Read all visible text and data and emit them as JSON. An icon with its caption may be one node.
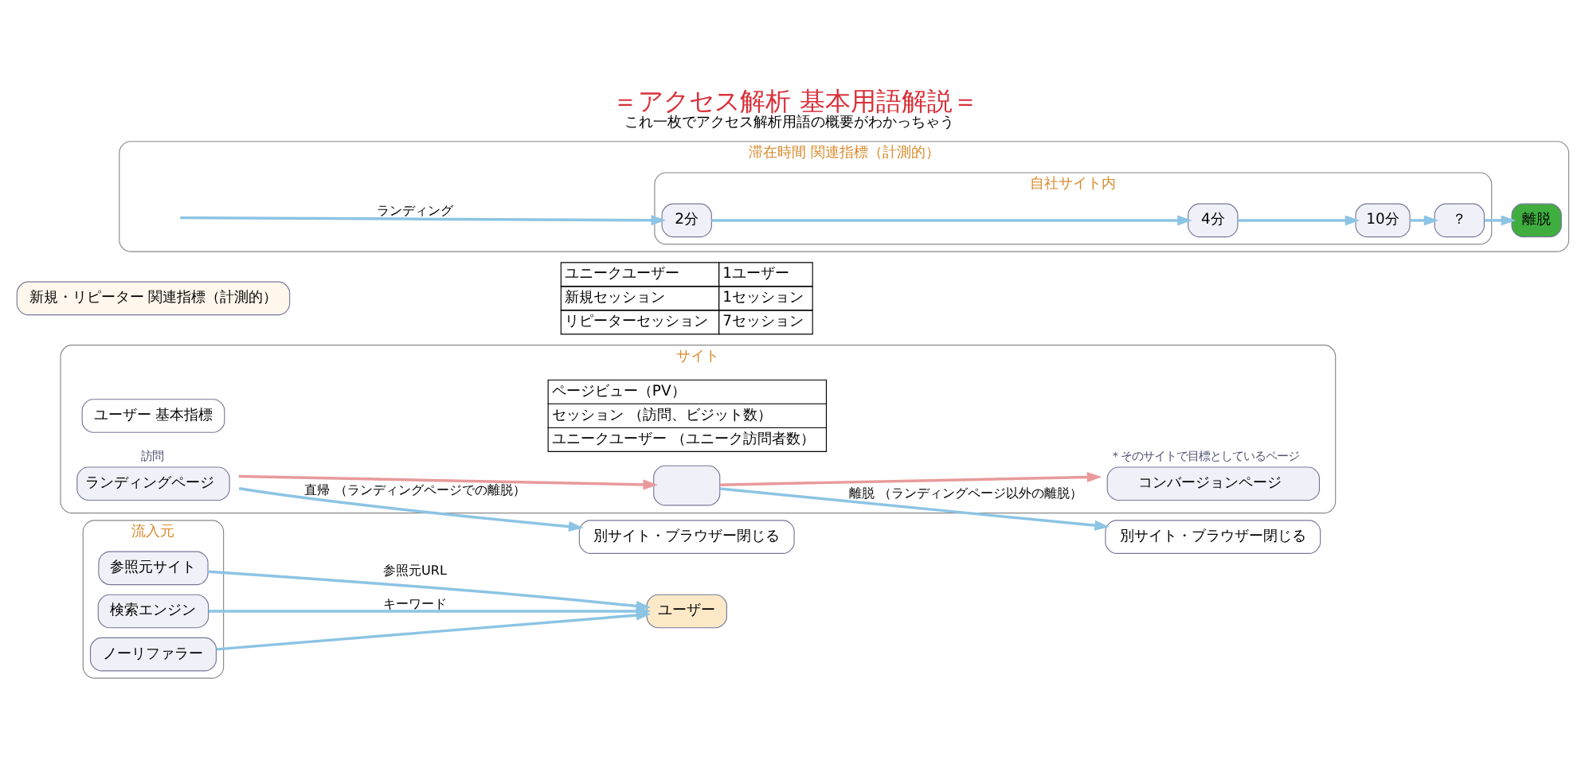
{
  "diagram": {
    "title": "＝アクセス解析 基本用語解説＝",
    "caption": "これ一枚でアクセス解析用語の概要がわかっちゃう",
    "nodes": [
      {
        "text": [
          "流入元"
        ]
      },
      {
        "text": [
          "参照元サイト"
        ],
        "in": 0
      },
      {
        "text": [
          "検索エンジン"
        ],
        "in": 0
      },
      {
        "text": [
          "ノーリファラー"
        ],
        "in": 0
      },
      {
        "text": [
          "ユーザー"
        ]
      },
      {
        "text": [
          "サイト"
        ]
      },
      {
        "text": [
          "ユーザー 基本指標"
        ],
        "in": 5
      },
      {
        "text": [
          "ランディングページ"
        ],
        "in": 5,
        "beside": [
          "訪問"
        ]
      },
      {
        "text": [],
        "shape": "box",
        "in": 5
      },
      {
        "text": [
          "コンバージョンページ"
        ],
        "in": 5,
        "beside": [
          "＊そのサイトで目標としているページ"
        ]
      },
      {
        "text": [
          "別サイト・ブラウザー閉じる"
        ]
      },
      {
        "text": [
          "別サイト・ブラウザー閉じる"
        ]
      },
      {
        "text": [
          "新規・リピーター 関連指標（計測的）"
        ]
      },
      {
        "text": [
          "滞在時間 関連指標（計測的）"
        ]
      },
      {
        "text": [
          "自社サイト内"
        ],
        "in": 13
      },
      {
        "text": [
          "2分"
        ],
        "in": 14
      },
      {
        "text": [
          "4分"
        ],
        "in": 14
      },
      {
        "text": [
          "10分"
        ],
        "in": 14
      },
      {
        "text": [
          "？"
        ],
        "in": 14
      },
      {
        "text": [
          "離脱"
        ],
        "in": 13
      }
    ],
    "edges": [
      {
        "from": 1,
        "to": 4,
        "arrow": "to",
        "label": "参照元URL"
      },
      {
        "from": 2,
        "to": 4,
        "arrow": "to",
        "label": "キーワード"
      },
      {
        "from": 3,
        "to": 4,
        "arrow": "to"
      },
      {
        "from": 7,
        "to": 8,
        "arrow": "to",
        "color": "#e89a9a"
      },
      {
        "from": 8,
        "to": 9,
        "arrow": "to",
        "color": "#e89a9a"
      },
      {
        "from": 7,
        "to": 10,
        "arrow": "to",
        "label": "直帰 （ランディングページでの離脱）"
      },
      {
        "from": 8,
        "to": 11,
        "arrow": "to",
        "label": "離脱 （ランディングページ以外の離脱）"
      },
      {
        "from": null,
        "to": 15,
        "arrow": "to",
        "label": "ランディング"
      },
      {
        "from": 15,
        "to": 16,
        "arrow": "to"
      },
      {
        "from": 16,
        "to": 17,
        "arrow": "to"
      },
      {
        "from": 17,
        "to": 18,
        "arrow": "to"
      },
      {
        "from": 18,
        "to": 19,
        "arrow": "to"
      }
    ],
    "labels": [
      "ページビュー（PV）",
      "セッション （訪問、ビジット数）",
      "ユニークユーザー （ユニーク訪問者数）",
      "ユニークユーザー",
      "1ユーザー",
      "新規セッション",
      "1セッション",
      "リピーターセッション",
      "7セッション"
    ]
  }
}
